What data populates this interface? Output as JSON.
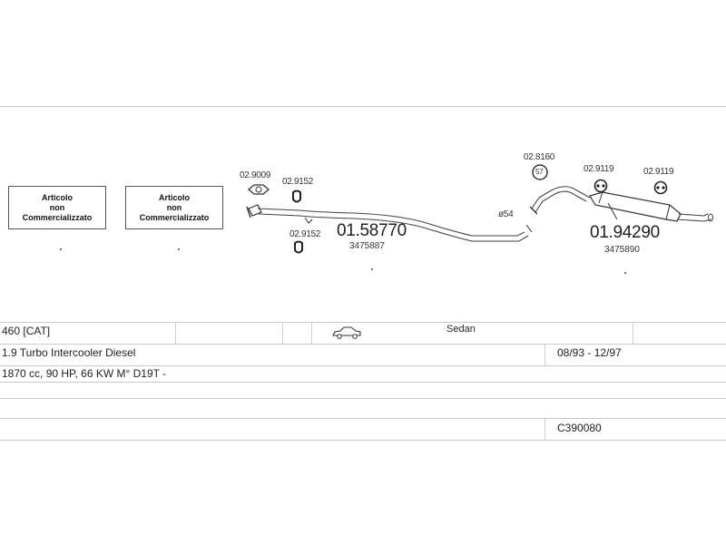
{
  "not_marketed_boxes": [
    {
      "line1": "Articolo",
      "line2": "non",
      "line3": "Commercializzato"
    },
    {
      "line1": "Articolo",
      "line2": "non",
      "line3": "Commercializzato"
    }
  ],
  "parts": {
    "gasket_a": "02.9009",
    "clamp_a": "02.9152",
    "clamp_b": "02.9152",
    "middle_pipe_code": "01.58770",
    "middle_pipe_oem": "3475887",
    "diameter_label": "ø54",
    "ring_code": "02.8160",
    "ring_label": "57",
    "hanger_a": "02.9119",
    "hanger_b": "02.9119",
    "rear_silencer_code": "01.94290",
    "rear_silencer_oem": "3475890"
  },
  "vehicle": {
    "model": "460  [CAT]",
    "body_type": "Sedan",
    "engine": "1.9 Turbo Intercooler Diesel",
    "years": "08/93 - 12/97",
    "specs": "1870 cc, 90 HP, 66 KW M° D19T -",
    "reference": "C390080"
  },
  "icons": {
    "car": "sedan-car-icon"
  }
}
